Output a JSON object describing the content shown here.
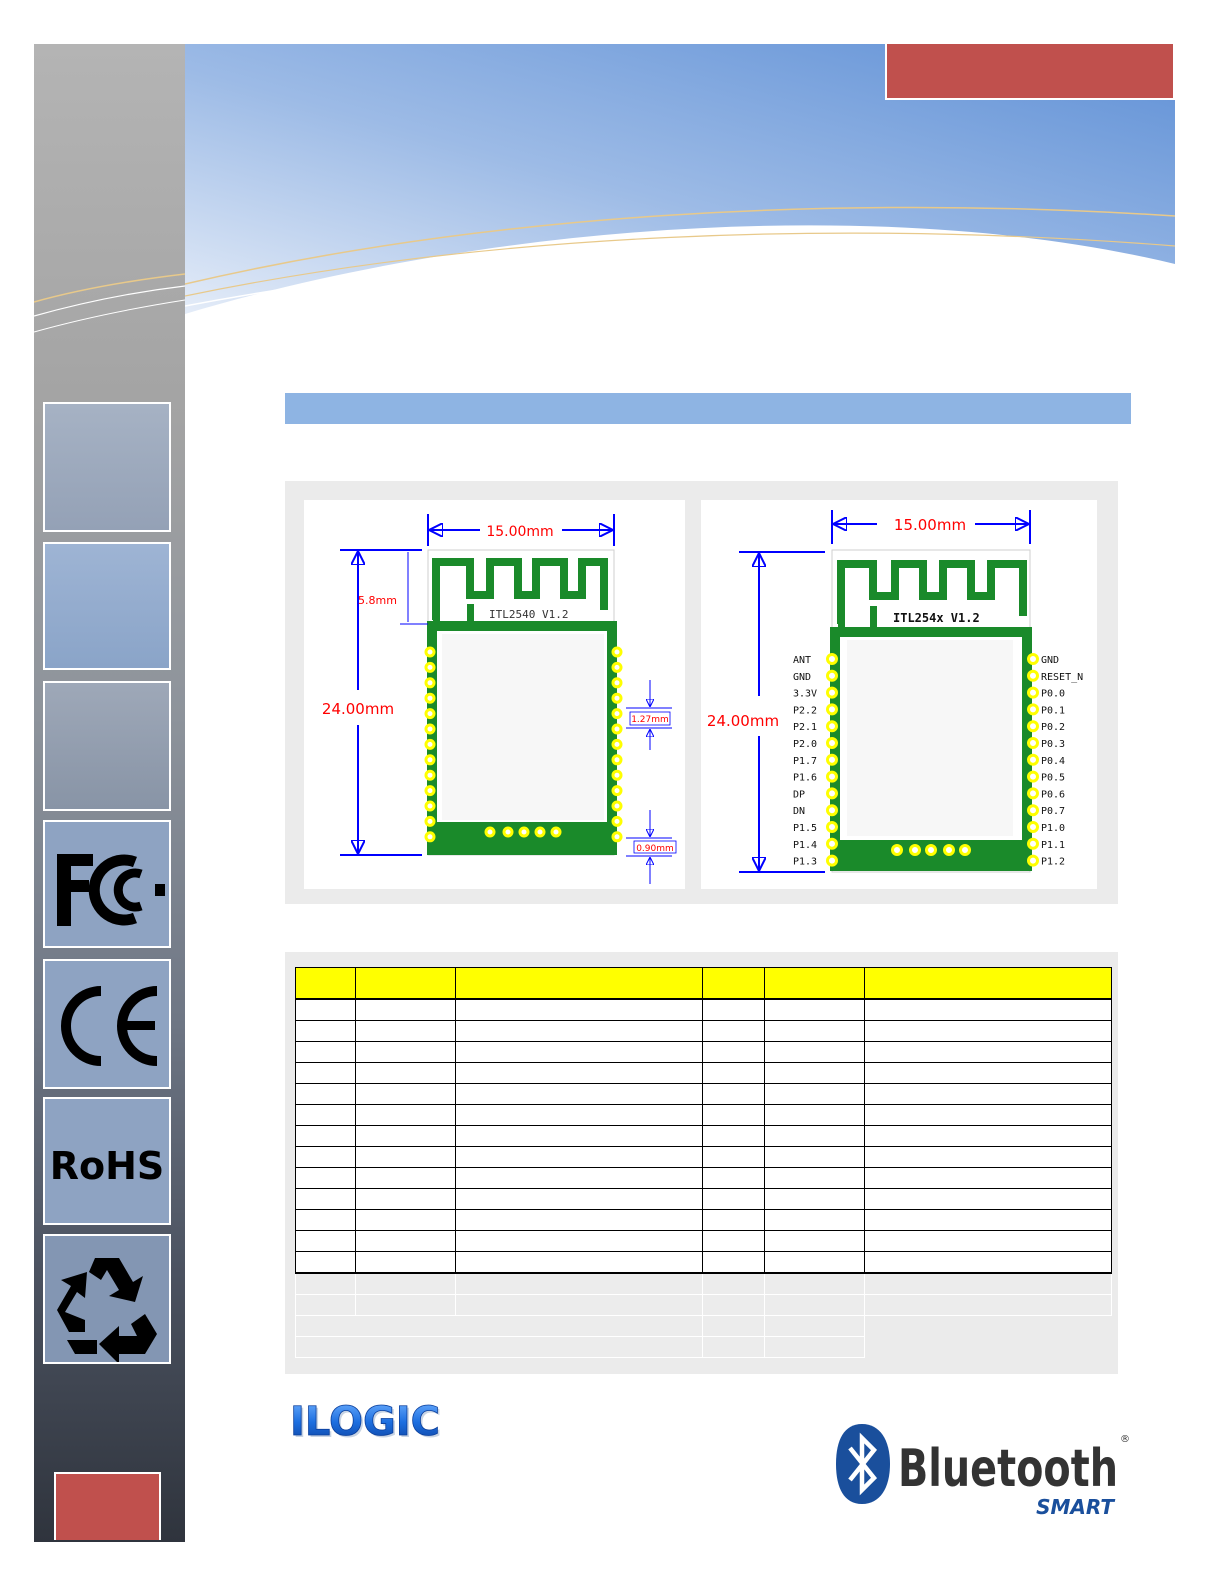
{
  "sidebar": {
    "badges": [
      {
        "name": "fc-badge",
        "text": "FC"
      },
      {
        "name": "ce-badge",
        "text": "CE"
      },
      {
        "name": "rohs-badge",
        "text": "RoHS"
      },
      {
        "name": "recycle-badge",
        "icon": "recycle-icon"
      }
    ]
  },
  "drawings": {
    "left": {
      "width_label": "15.00mm",
      "height_label": "24.00mm",
      "antenna_label": "5.8mm",
      "pitch_label": "1.27mm",
      "pad_label": "0.90mm",
      "board_label": "ITL2540  V1.2"
    },
    "right": {
      "width_label": "15.00mm",
      "height_label": "24.00mm",
      "board_label": "ITL254x  V1.2",
      "left_pins": [
        "ANT",
        "GND",
        "3.3V",
        "P2.2",
        "P2.1",
        "P2.0",
        "P1.7",
        "P1.6",
        "DP",
        "DN",
        "P1.5",
        "P1.4",
        "P1.3"
      ],
      "right_pins": [
        "GND",
        "RESET_N",
        "P0.0",
        "P0.1",
        "P0.2",
        "P0.3",
        "P0.4",
        "P0.5",
        "P0.6",
        "P0.7",
        "P1.0",
        "P1.1",
        "P1.2"
      ]
    }
  },
  "logos": {
    "ilogic": "ILOGIC",
    "bluetooth": "Bluetooth",
    "bluetooth_sub": "SMART",
    "registered": "®"
  },
  "colors": {
    "accent_red": "#c0504d",
    "section_blue": "#8eb4e3",
    "header_yellow": "#ffff00",
    "dimension_blue": "#0000ff",
    "dimension_red": "#ff0000",
    "pcb_green": "#1a8a2a",
    "pad_yellow": "#ffff00"
  }
}
